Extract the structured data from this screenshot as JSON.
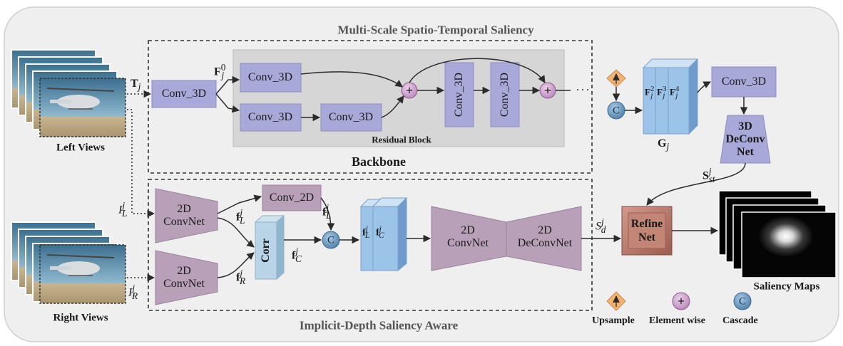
{
  "sections": {
    "top_title": "Multi-Scale Spatio-Temporal Saliency",
    "bottom_title": "Implicit-Depth Saliency Aware",
    "backbone_label": "Backbone",
    "residual_label": "Residual Block"
  },
  "inputs": {
    "left_views": "Left Views",
    "right_views": "Right Views"
  },
  "modules": {
    "conv3d_input": "Conv_3D",
    "conv3d_r1": "Conv_3D",
    "conv3d_r2a": "Conv_3D",
    "conv3d_r2b": "Conv_3D",
    "conv3d_v1": "Conv_3D",
    "conv3d_v2": "Conv_3D",
    "conv3d_out": "Conv_3D",
    "deconv3d_line1": "3D",
    "deconv3d_line2": "DeConv",
    "deconv3d_line3": "Net",
    "conv2d": "Conv_2D",
    "convnet2d_top_line1": "2D",
    "convnet2d_top_line2": "ConvNet",
    "convnet2d_bottom_line1": "2D",
    "convnet2d_bottom_line2": "ConvNet",
    "corr": "Corr",
    "ed_convnet_line1": "2D",
    "ed_convnet_line2": "ConvNet",
    "ed_deconvnet_line1": "2D",
    "ed_deconvnet_line2": "DeConvNet",
    "refine_line1": "Refine",
    "refine_line2": "Net"
  },
  "symbols": {
    "T": "T",
    "j": "j",
    "F": "F",
    "zero": "0",
    "S": "S",
    "st": "st",
    "d": "d",
    "I": "I",
    "L": "L",
    "R": "R",
    "f": "f",
    "C": "C",
    "G": "G",
    "two": "2",
    "three": "3",
    "four": "4",
    "plus": "+",
    "cascade": "C",
    "ellipsis": "· · ·"
  },
  "output": {
    "saliency_maps": "Saliency Maps"
  },
  "legend": {
    "upsample": "Upsample",
    "element_wise": "Element wise",
    "cascade": "Cascade"
  },
  "colors": {
    "conv_box": "#a9a9d9",
    "residual_bg": "#d6d6d6",
    "convnet_2d": "#b9a0b9",
    "feature_block": "#9cc3e8",
    "refine_net": "#b5786a",
    "sum_node": "#c99bc9",
    "cascade_node": "#6f9bc0",
    "upsample": "#f2b272"
  }
}
